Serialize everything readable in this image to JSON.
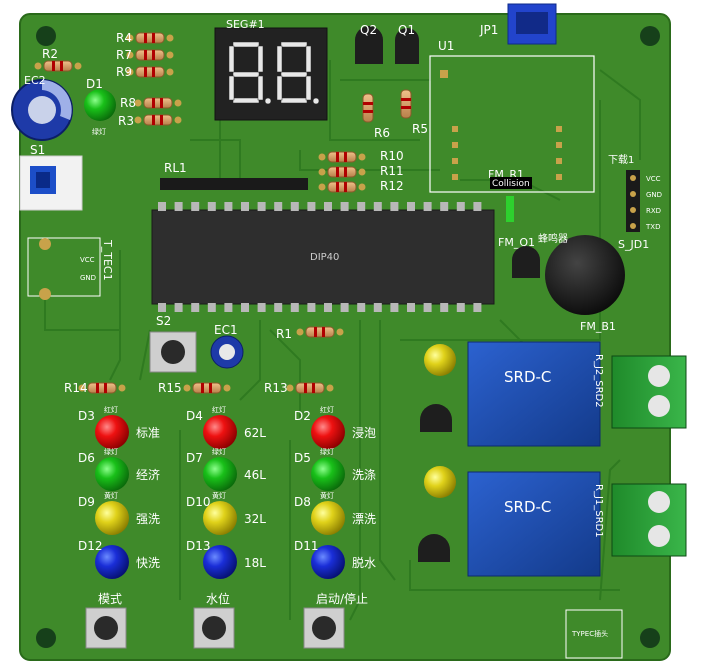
{
  "board": {
    "colors": {
      "pcb": "#3f8a2a",
      "trace": "#2d6f1f",
      "silk": "#ffffff",
      "hole": "#16401a",
      "pad": "#c8a24a",
      "relay": "#1f4fb0",
      "ic": "#2a2a2a"
    },
    "resistors_top": [
      "R2",
      "R4",
      "R7",
      "R9",
      "R8",
      "R3"
    ],
    "resistors_mid": [
      "R10",
      "R11",
      "R12"
    ],
    "resistors_bottom": [
      "R14",
      "R15",
      "R13",
      "R6",
      "R5",
      "R1"
    ],
    "labels": {
      "seg": "SEG#1",
      "q2": "Q2",
      "q1": "Q1",
      "jp1": "JP1",
      "u1": "U1",
      "ec2": "EC2",
      "d1": "D1",
      "s1": "S1",
      "t_tec": "T_TEC1",
      "rl1": "RL1",
      "dip40": "DIP40",
      "s2": "S2",
      "ec1": "EC1",
      "fm_r1": "FM_R1",
      "collision": "Collision",
      "fm_q1": "FM_Q1",
      "buzzer": "蜂鸣器",
      "fm_b1": "FM_B1",
      "download": "下载1",
      "s_jd1": "S_JD1",
      "jd_pins": [
        "VCC",
        "GND",
        "RXD",
        "TXD"
      ],
      "tec_pins": [
        "VCC",
        "GND"
      ],
      "relay_text": "SRD-C",
      "relay1_side": "R_J2_SRD2",
      "relay2_side": "R_J1_SRD1",
      "d1_note": "绿灯",
      "typec": "TYPEC插头"
    },
    "led_rows": [
      {
        "led": "D3",
        "color": "red",
        "label": "标准",
        "tag": "红灯"
      },
      {
        "led": "D6",
        "color": "green",
        "label": "经济",
        "tag": "绿灯"
      },
      {
        "led": "D9",
        "color": "yellow",
        "label": "强洗",
        "tag": "黄灯"
      },
      {
        "led": "D12",
        "color": "blue",
        "label": "快洗",
        "tag": ""
      },
      {
        "led": "D4",
        "color": "red",
        "label": "62L",
        "tag": "红灯"
      },
      {
        "led": "D7",
        "color": "green",
        "label": "46L",
        "tag": "绿灯"
      },
      {
        "led": "D10",
        "color": "yellow",
        "label": "32L",
        "tag": "黄灯"
      },
      {
        "led": "D13",
        "color": "blue",
        "label": "18L",
        "tag": ""
      },
      {
        "led": "D2",
        "color": "red",
        "label": "浸泡",
        "tag": "红灯"
      },
      {
        "led": "D5",
        "color": "green",
        "label": "洗涤",
        "tag": "绿灯"
      },
      {
        "led": "D8",
        "color": "yellow",
        "label": "漂洗",
        "tag": "黄灯"
      },
      {
        "led": "D11",
        "color": "blue",
        "label": "脱水",
        "tag": ""
      }
    ],
    "buttons": [
      "模式",
      "水位",
      "启动/停止"
    ]
  }
}
